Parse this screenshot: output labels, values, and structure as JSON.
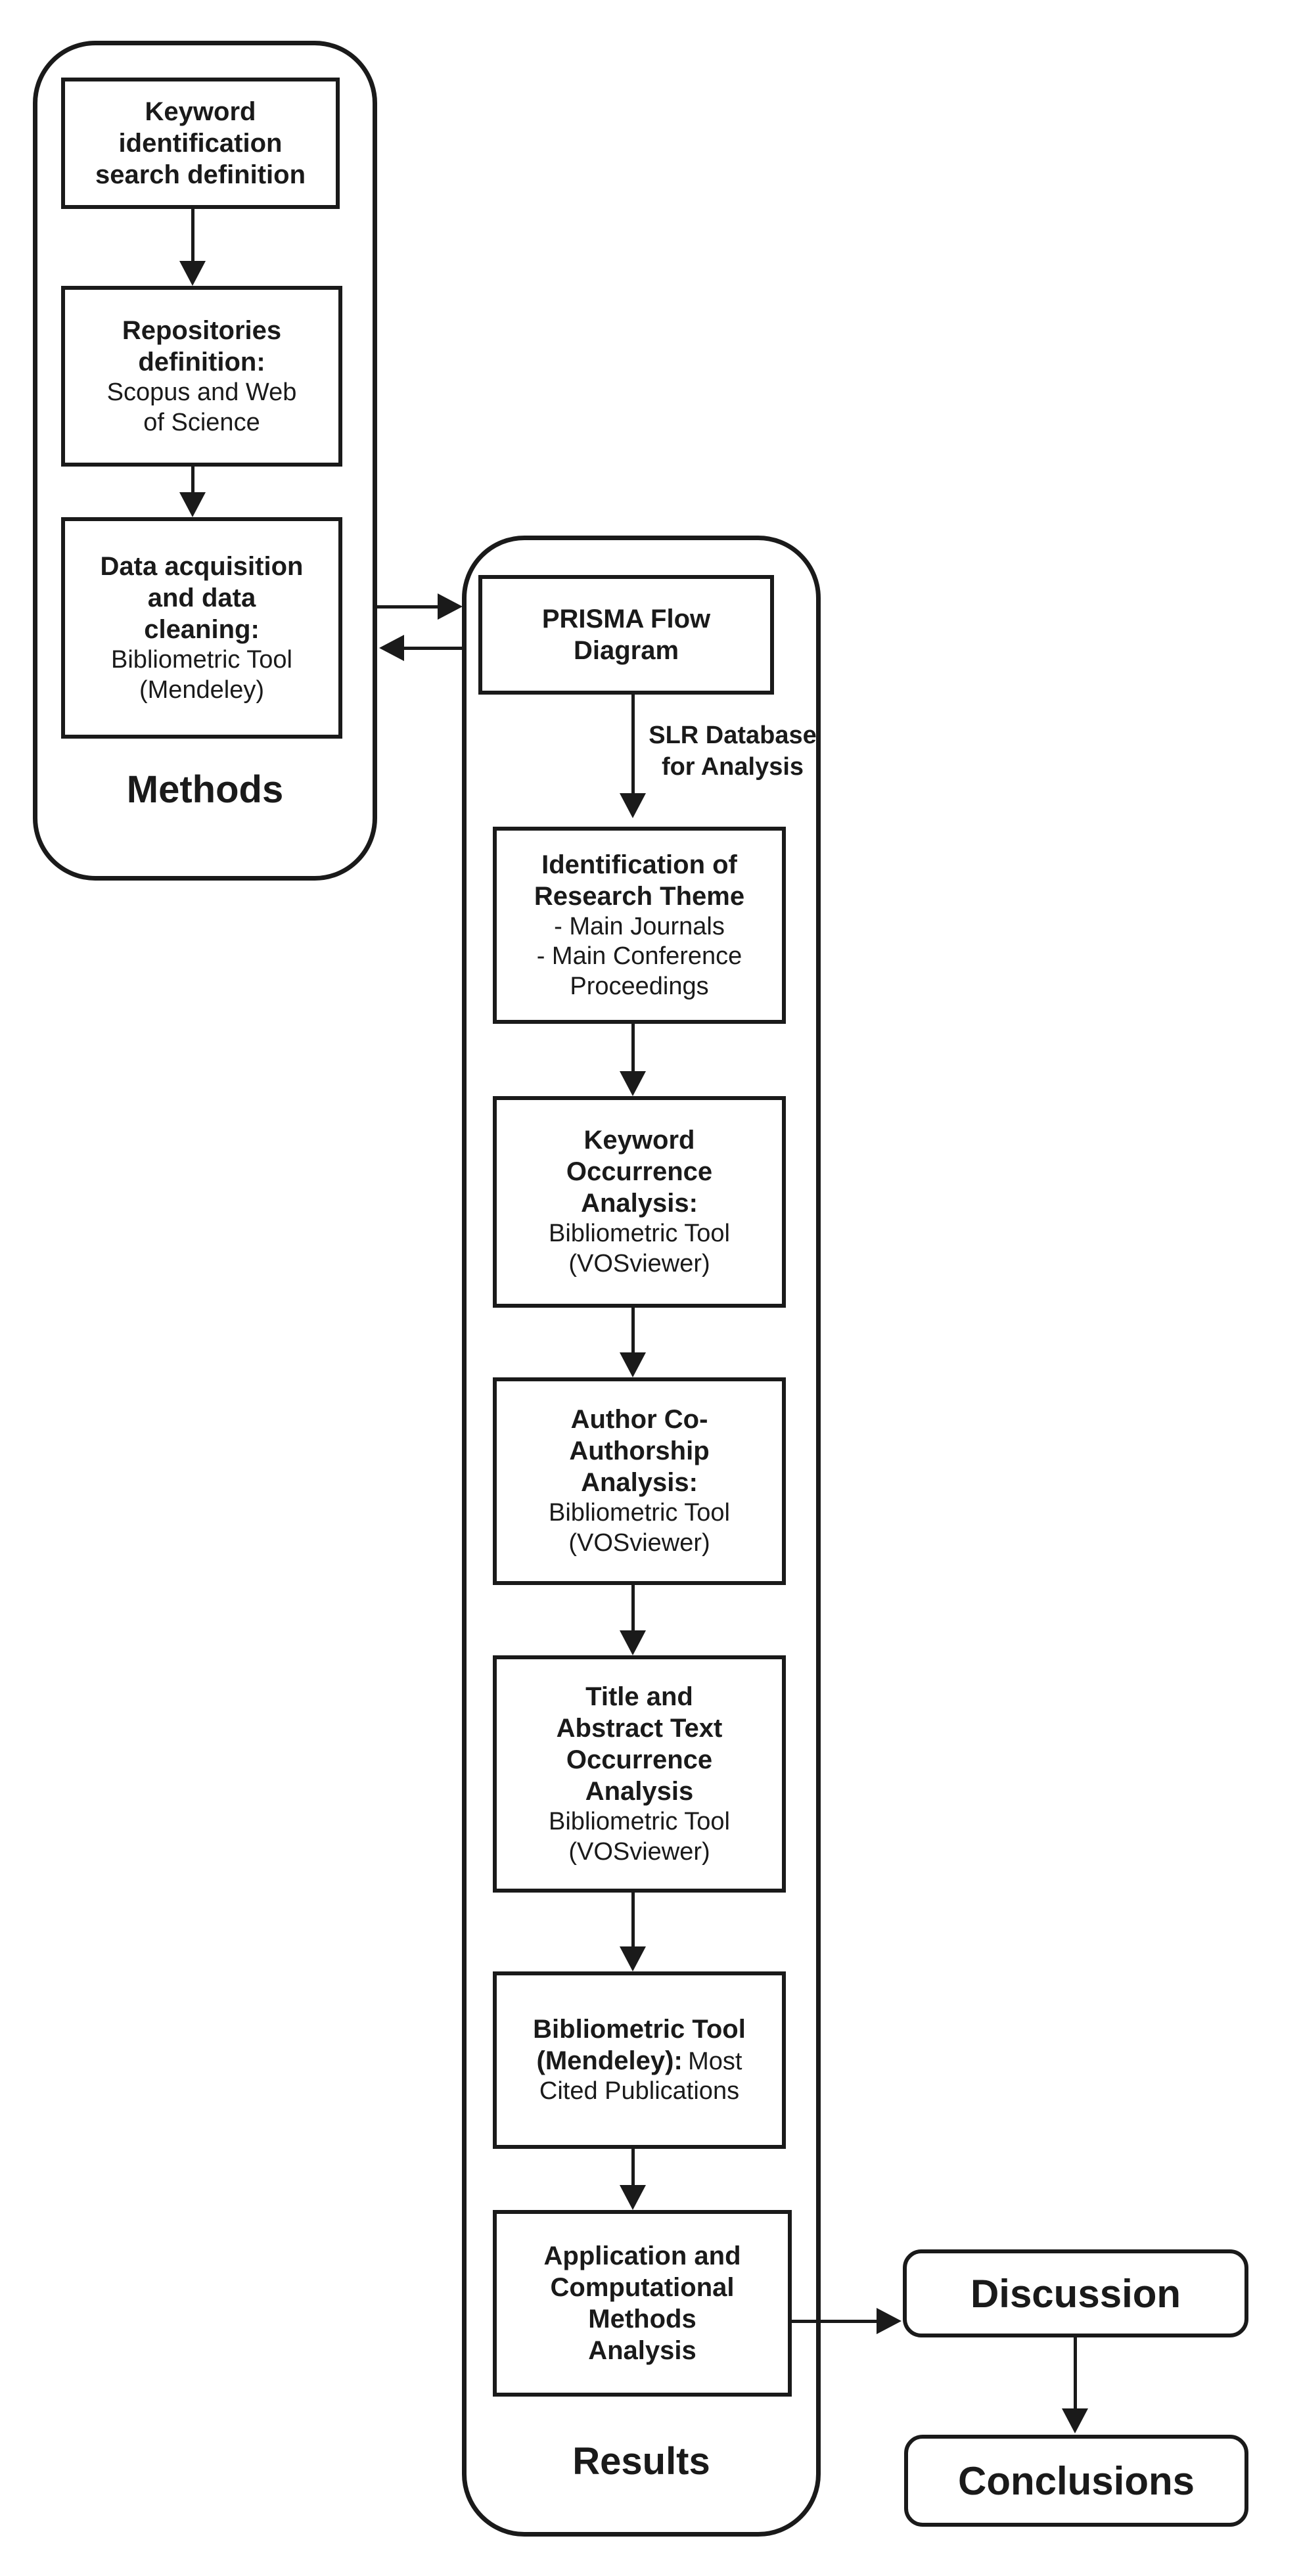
{
  "colors": {
    "ink": "#1a1a1a",
    "paper": "#ffffff"
  },
  "methods": {
    "label": "Methods",
    "box1": {
      "bold_lines": [
        "Keyword",
        "identification",
        "search definition"
      ]
    },
    "box2": {
      "bold_lines": [
        "Repositories",
        "definition:"
      ],
      "regular_lines": [
        "Scopus and Web",
        "of Science"
      ]
    },
    "box3": {
      "bold_lines": [
        "Data acquisition",
        "and data",
        "cleaning:"
      ],
      "regular_lines": [
        "Bibliometric Tool",
        "(Mendeley)"
      ]
    }
  },
  "results": {
    "label": "Results",
    "prisma": {
      "bold_lines": [
        "PRISMA Flow",
        "Diagram"
      ]
    },
    "slr_label": {
      "line1": "SLR Database",
      "line2": "for Analysis"
    },
    "identification": {
      "bold_lines": [
        "Identification of",
        "Research Theme"
      ],
      "regular_lines": [
        "- Main Journals",
        "- Main Conference",
        "Proceedings"
      ]
    },
    "keyword_occurrence": {
      "bold_lines": [
        "Keyword",
        "Occurrence",
        "Analysis:"
      ],
      "regular_lines": [
        "Bibliometric Tool",
        "(VOSviewer)"
      ]
    },
    "author_coauthorship": {
      "bold_lines": [
        "Author Co-",
        "Authorship",
        "Analysis:"
      ],
      "regular_lines": [
        "Bibliometric Tool",
        "(VOSviewer)"
      ]
    },
    "title_abstract": {
      "bold_lines": [
        "Title and",
        "Abstract Text",
        "Occurrence",
        "Analysis"
      ],
      "regular_lines": [
        "Bibliometric Tool",
        "(VOSviewer)"
      ]
    },
    "most_cited": {
      "bold_line1": "Bibliometric Tool",
      "line2_bold": "(Mendeley):",
      "line2_regular": "Most",
      "regular_line3": "Cited Publications"
    },
    "application": {
      "bold_lines": [
        "Application and",
        "Computational",
        "Methods",
        "Analysis"
      ]
    }
  },
  "terminals": {
    "discussion": "Discussion",
    "conclusions": "Conclusions"
  }
}
